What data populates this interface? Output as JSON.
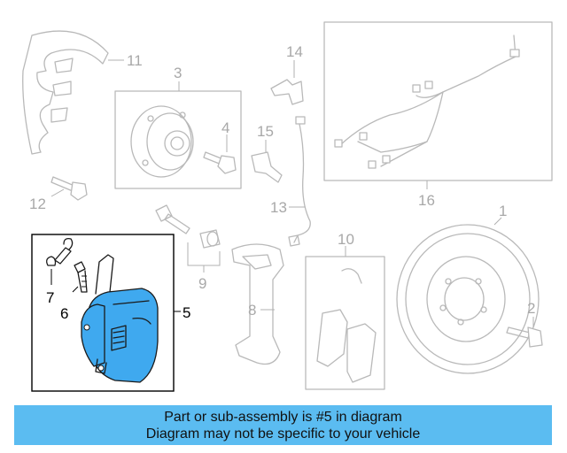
{
  "callouts": {
    "c1": "1",
    "c2": "2",
    "c3": "3",
    "c4": "4",
    "c5": "5",
    "c6": "6",
    "c7": "7",
    "c8": "8",
    "c9": "9",
    "c10": "10",
    "c11": "11",
    "c12": "12",
    "c13": "13",
    "c14": "14",
    "c15": "15",
    "c16": "16"
  },
  "highlight": {
    "part": "5",
    "color": "#3fa9ef",
    "frame_color": "#000000"
  },
  "banner": {
    "line1": "Part or sub-assembly is #5 in diagram",
    "line2": "Diagram may not be specific to your vehicle",
    "background": "#5bbcf1"
  }
}
